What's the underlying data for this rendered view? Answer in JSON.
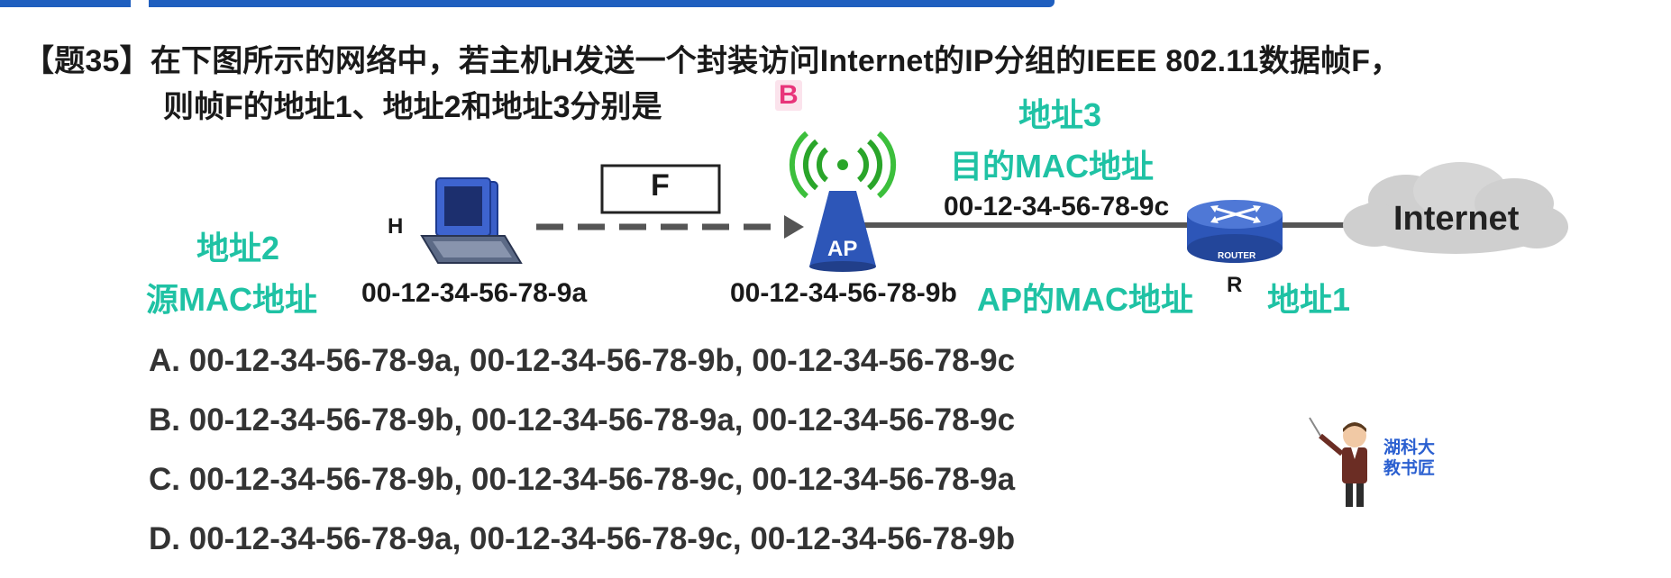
{
  "question": {
    "line1": "【题35】在下图所示的网络中，若主机H发送一个封装访问Internet的IP分组的IEEE 802.11数据帧F，",
    "line2": "则帧F的地址1、地址2和地址3分别是",
    "answer": "B"
  },
  "diagram": {
    "host_label": "H",
    "host_mac": "00-12-34-56-78-9a",
    "frame_label": "F",
    "ap_label": "AP",
    "ap_mac": "00-12-34-56-78-9b",
    "router_mac": "00-12-34-56-78-9c",
    "router_label": "R",
    "router_device_text": "ROUTER",
    "cloud_label": "Internet"
  },
  "annotations": {
    "addr2_title": "地址2",
    "addr2_desc": "源MAC地址",
    "addr3_title": "地址3",
    "addr3_desc": "目的MAC地址",
    "addr1_desc": "AP的MAC地址",
    "addr1_title": "地址1"
  },
  "options": [
    "A. 00-12-34-56-78-9a, 00-12-34-56-78-9b, 00-12-34-56-78-9c",
    "B. 00-12-34-56-78-9b, 00-12-34-56-78-9a, 00-12-34-56-78-9c",
    "C. 00-12-34-56-78-9b, 00-12-34-56-78-9c, 00-12-34-56-78-9a",
    "D. 00-12-34-56-78-9a, 00-12-34-56-78-9c, 00-12-34-56-78-9b"
  ],
  "mascot_text": [
    "湖科大",
    "教书匠"
  ],
  "colors": {
    "accent_teal": "#1fc2a4",
    "answer_pink": "#e8347a",
    "bar_blue": "#1f5fbf",
    "device_blue": "#2d56b8"
  }
}
